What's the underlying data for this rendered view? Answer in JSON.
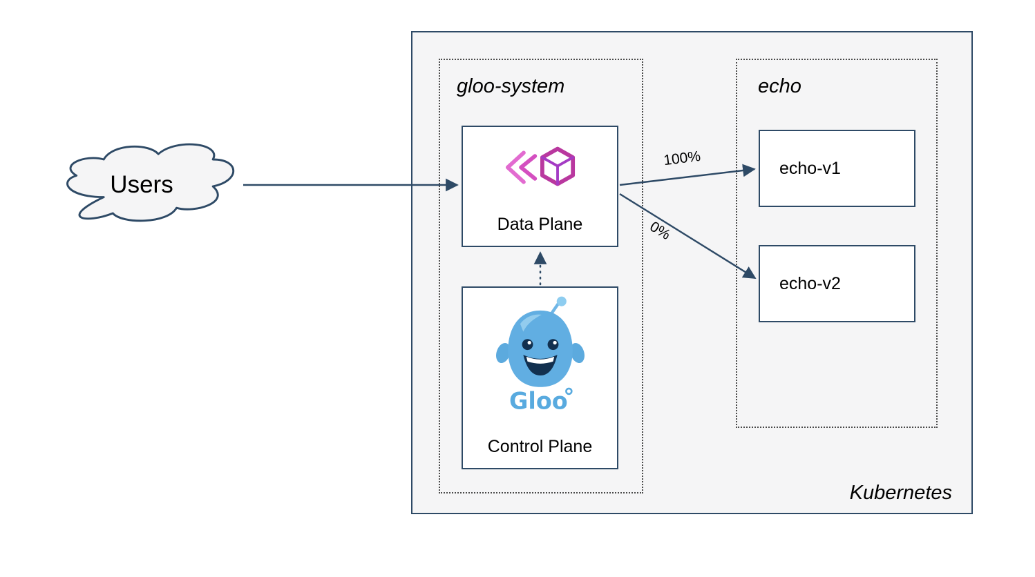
{
  "diagram": {
    "users_label": "Users",
    "kubernetes_label": "Kubernetes",
    "namespaces": {
      "gloo_system": {
        "label": "gloo-system"
      },
      "echo": {
        "label": "echo"
      }
    },
    "nodes": {
      "data_plane": {
        "label": "Data Plane",
        "icon": "gloo-gateway-icon"
      },
      "control_plane": {
        "label": "Control Plane",
        "logo_text": "Gloo",
        "icon": "gloo-mascot-icon"
      },
      "echo_v1": {
        "label": "echo-v1"
      },
      "echo_v2": {
        "label": "echo-v2"
      }
    },
    "edges": {
      "users_to_data_plane": {
        "label": ""
      },
      "to_v1": {
        "label": "100%"
      },
      "to_v2": {
        "label": "0%"
      },
      "control_to_data": {
        "label": "",
        "style": "dotted"
      }
    },
    "colors": {
      "stroke": "#2e4a66",
      "cluster_background": "#f5f5f6",
      "gloo_pink": "#c840b5",
      "gloo_blue": "#5babe0"
    }
  }
}
